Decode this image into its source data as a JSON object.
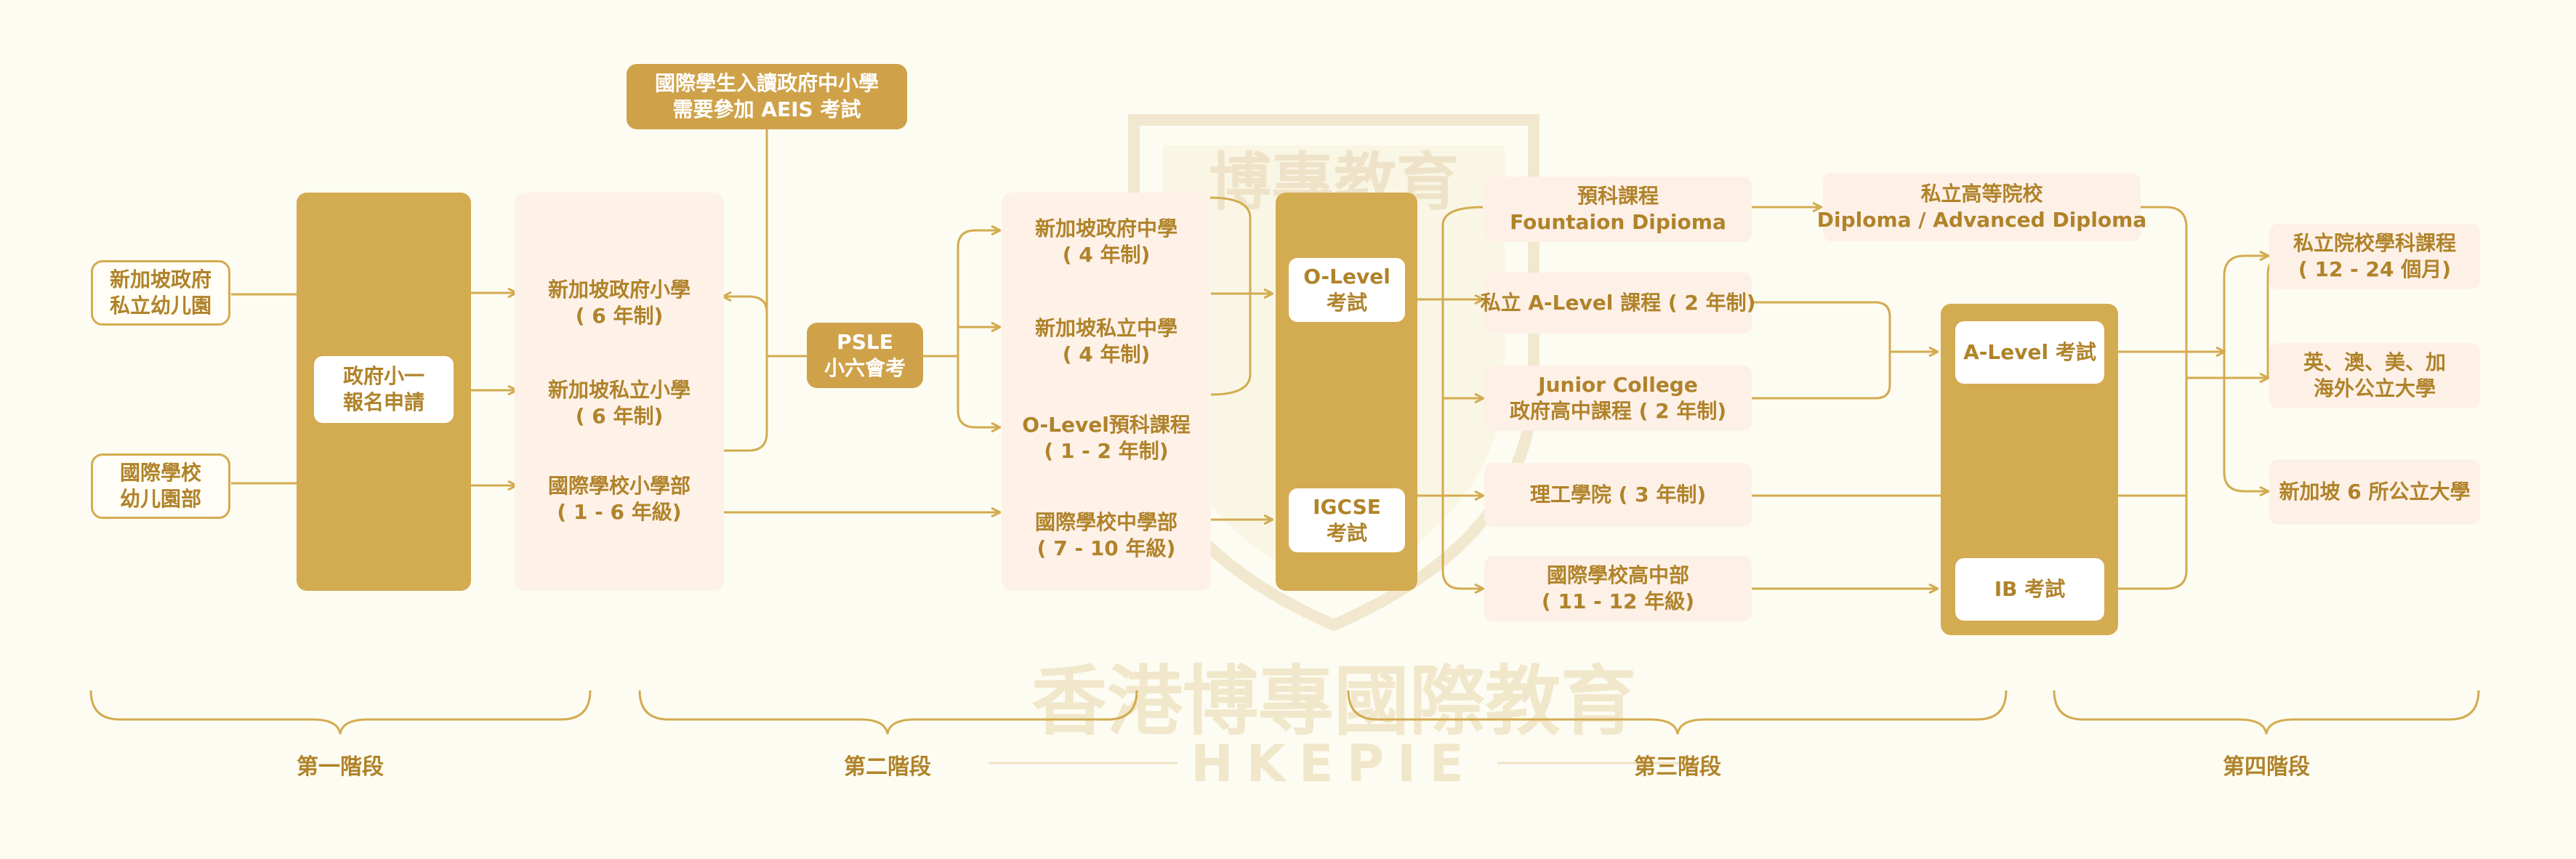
{
  "colors": {
    "background": "#fdfcf2",
    "accent": "#d3ab50",
    "text": "#b0832a",
    "pink": "#fdf1e8"
  },
  "watermark": {
    "top_text": "博專教育",
    "main_text": "香港博專國際教育",
    "sub_text": "HKEPIE"
  },
  "stage1": {
    "kindergarten_local": [
      "新加坡政府",
      "私立幼儿園"
    ],
    "kindergarten_intl": [
      "國際學校",
      "幼儿園部"
    ],
    "registration": [
      "政府小一",
      "報名申請"
    ]
  },
  "stage2": {
    "aeis_note": [
      "國際學生入讀政府中小學",
      "需要參加 AEIS 考試"
    ],
    "primary_gov": [
      "新加坡政府小學",
      "( 6 年制)"
    ],
    "primary_private": [
      "新加坡私立小學",
      "( 6 年制)"
    ],
    "primary_intl": [
      "國際學校小學部",
      "( 1 - 6 年級)"
    ],
    "psle": [
      "PSLE",
      "小六會考"
    ]
  },
  "stage3": {
    "secondary_gov": [
      "新加坡政府中學",
      "( 4 年制)"
    ],
    "secondary_private": [
      "新加坡私立中學",
      "( 4 年制)"
    ],
    "olevel_prep": [
      "O-Level預科課程",
      "( 1 - 2 年制)"
    ],
    "secondary_intl": [
      "國際學校中學部",
      "( 7 - 10 年級)"
    ],
    "olevel_exam": [
      "O-Level",
      "考試"
    ],
    "igcse_exam": [
      "IGCSE",
      "考試"
    ],
    "foundation": [
      "預科課程",
      "Fountaion Dipioma"
    ],
    "private_alevel": [
      "私立 A-Level 課程 ( 2 年制)"
    ],
    "junior_college": [
      "Junior College",
      "政府高中課程 ( 2 年制)"
    ],
    "polytechnic": [
      "理工學院 ( 3 年制)"
    ],
    "intl_high": [
      "國際學校高中部",
      "( 11 - 12 年級)"
    ],
    "private_higher": [
      "私立高等院校",
      "Diploma / Advanced Diploma"
    ],
    "alevel_exam": [
      "A-Level 考試"
    ],
    "ib_exam": [
      "IB 考試"
    ]
  },
  "stage4": {
    "private_degree": [
      "私立院校學科課程",
      "( 12 - 24 個月)"
    ],
    "overseas_uni": [
      "英、澳、美、加",
      "海外公立大學"
    ],
    "sg_uni": [
      "新加坡 6 所公立大學"
    ]
  },
  "stages": [
    "第一階段",
    "第二階段",
    "第三階段",
    "第四階段"
  ]
}
